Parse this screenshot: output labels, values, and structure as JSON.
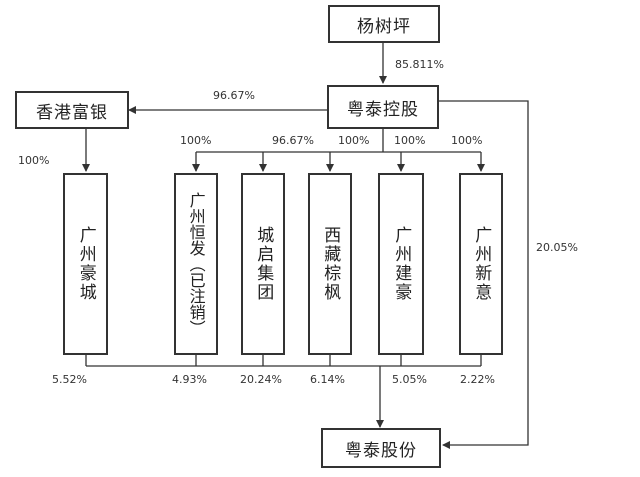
{
  "nodes": {
    "yang": "杨树坪",
    "yuetai_holding": "粤泰控股",
    "xianggang": "香港富银",
    "yuetai_shares": "粤泰股份",
    "guangzhou_haocheng": "广州豪城",
    "guangzhou_hengfa": "广州恒发（已注销）",
    "chengqi": "城启集团",
    "xizang": "西藏棕枫",
    "guangzhou_jianhao": "广州建豪",
    "guangzhou_xinyi": "广州新意"
  },
  "percentages": {
    "yang_to_holding": "85.811%",
    "holding_to_xianggang": "96.67%",
    "xianggang_to_haocheng": "100%",
    "holding_to_hengfa": "100%",
    "holding_to_chengqi": "96.67%",
    "holding_to_xizang": "100%",
    "holding_to_jianhao": "100%",
    "holding_to_xinyi": "100%",
    "holding_to_shares": "20.05%",
    "haocheng_stake": "5.52%",
    "hengfa_stake": "4.93%",
    "chengqi_stake": "20.24%",
    "xizang_stake": "6.14%",
    "jianhao_stake": "5.05%",
    "xinyi_stake": "2.22%"
  }
}
